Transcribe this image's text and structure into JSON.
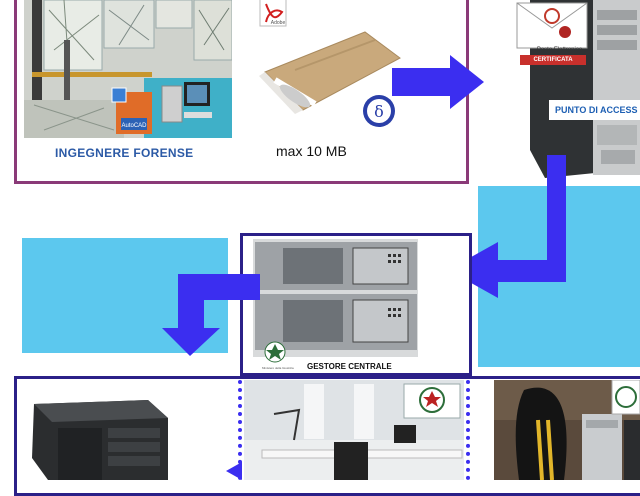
{
  "forense": {
    "label": "INGEGNERE FORENSE",
    "size_label": "max 10 MB",
    "software_label": "AutoCAD"
  },
  "pdf": {
    "label": "Adobe"
  },
  "pec": {
    "title": "Posta Elettronica",
    "certified": "CERTIFICATA",
    "access_point": "PUNTO DI ACCESS"
  },
  "gestore": {
    "label": "GESTORE CENTRALE",
    "caption": "Ministero della Giustizia"
  },
  "colors": {
    "arrow": "#3b2ef0",
    "cyan": "#5cc8ee",
    "frame_top": "#8a3a78",
    "frame_blue": "#2b2088"
  }
}
